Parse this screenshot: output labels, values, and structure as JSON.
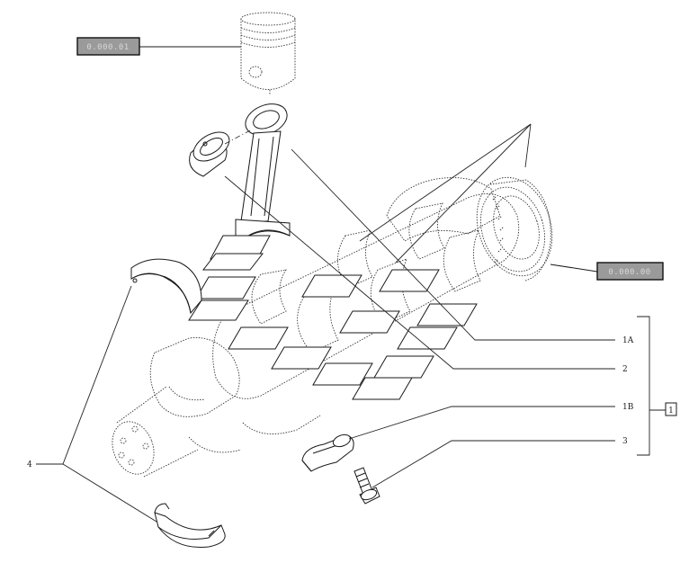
{
  "references": {
    "piston": "0.000.01",
    "flywheel": "0.000.00"
  },
  "callouts": {
    "c1a": "1A",
    "c2": "2",
    "c1b": "1B",
    "c3": "3",
    "c4": "4",
    "group": "1"
  }
}
